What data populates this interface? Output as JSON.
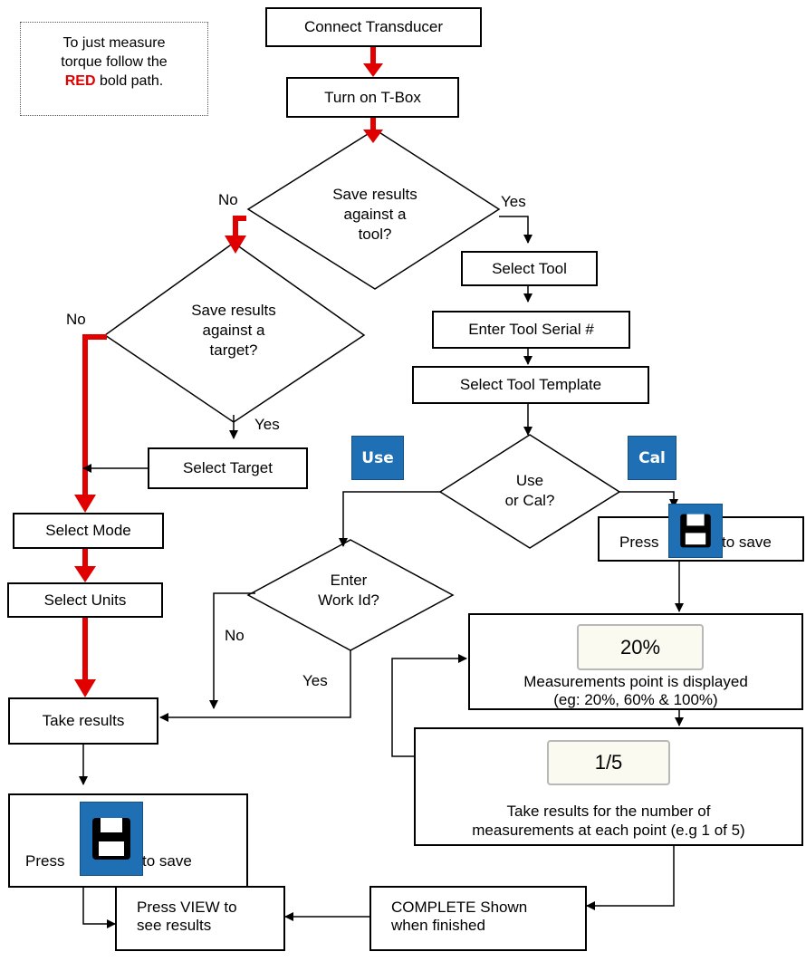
{
  "note": {
    "line1": "To just measure",
    "line2": "torque follow the",
    "red_word": "RED",
    "rest": " bold path."
  },
  "boxes": {
    "connect": "Connect Transducer",
    "turn_on": "Turn on T-Box",
    "select_tool": "Select Tool",
    "enter_serial": "Enter Tool Serial #",
    "select_template": "Select Tool Template",
    "select_target": "Select Target",
    "select_mode": "Select Mode",
    "select_units": "Select Units",
    "take_results": "Take results",
    "press_left": "Press",
    "to_save_left": "to save",
    "press_right": "Press",
    "to_save_right": "to save",
    "meas_value": "20%",
    "meas_line1": "Measurements point is displayed",
    "meas_line2": "(eg: 20%, 60% & 100%)",
    "count_value": "1/5",
    "count_line1": "Take results for the number of",
    "count_line2": "measurements at each point (e.g 1 of 5)",
    "view_line1": "Press VIEW to",
    "view_line2": "see results",
    "complete_line1": "COMPLETE Shown",
    "complete_line2": "when finished"
  },
  "decisions": {
    "tool": [
      "Save results",
      "against a",
      "tool?"
    ],
    "target": [
      "Save results",
      "against a",
      "target?"
    ],
    "usecal": [
      "Use",
      "or Cal?"
    ],
    "workid": [
      "Enter",
      "Work Id?"
    ]
  },
  "labels": {
    "no_tool": "No",
    "yes_tool": "Yes",
    "no_target": "No",
    "yes_target": "Yes",
    "no_workid": "No",
    "yes_workid": "Yes"
  },
  "icons": {
    "use": "Use",
    "cal": "Cal",
    "accent": "#1f6fb5"
  },
  "colors": {
    "red_path": "#e00000"
  }
}
